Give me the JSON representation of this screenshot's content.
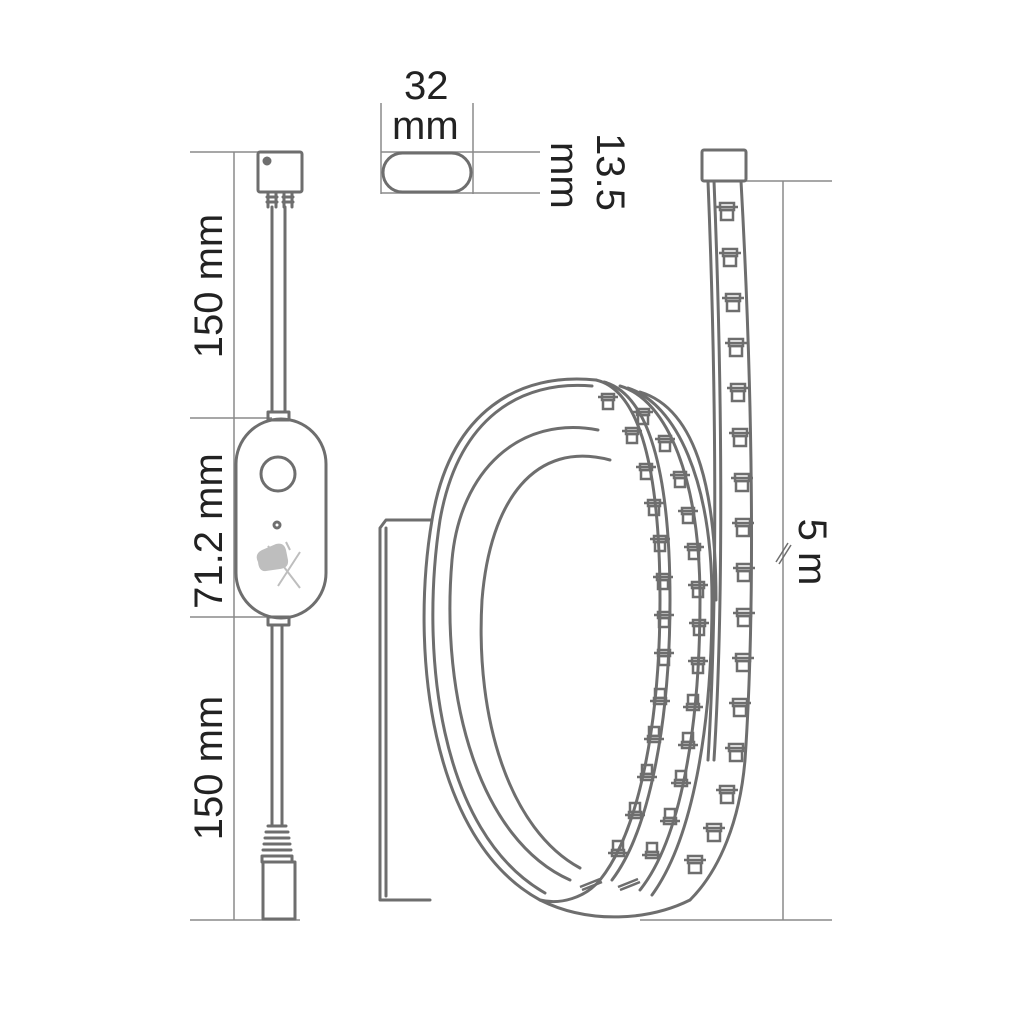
{
  "diagram": {
    "title": "LED strip with inline controller – dimension drawing",
    "line_color": "#6e6e6e",
    "dimension_line_color": "#8a8a8a",
    "text_color": "#222222",
    "background": "#ffffff"
  },
  "dimensions": {
    "controller_width": {
      "value": "32",
      "unit": "mm"
    },
    "controller_thickness": {
      "value": "13.5",
      "unit": "mm"
    },
    "cable_top_length": "150 mm",
    "controller_length": "71.2 mm",
    "cable_bottom_length": "150 mm",
    "strip_length": "5 m"
  },
  "components": {
    "top_connector": "strip-connector",
    "controller": {
      "button": "power-button",
      "indicator": "led-indicator",
      "logo": "brand-logo"
    },
    "bottom_connector": "dc-female-jack",
    "strip": "led-strip-coil"
  }
}
